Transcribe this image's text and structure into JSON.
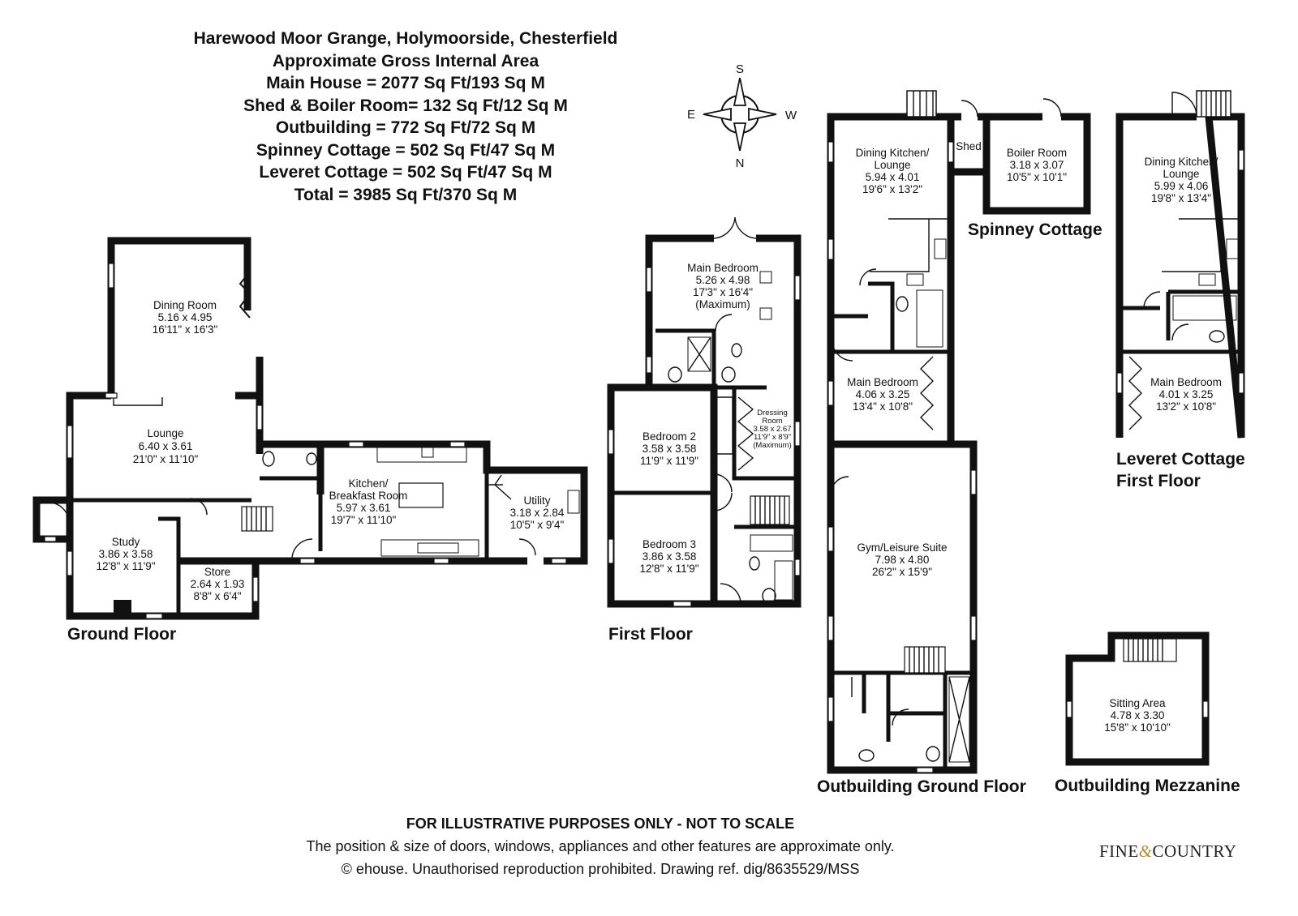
{
  "header": {
    "line1": "Harewood Moor Grange, Holymoorside, Chesterfield",
    "line2": "Approximate Gross Internal Area",
    "line3": "Main House = 2077 Sq Ft/193 Sq M",
    "line4": "Shed & Boiler Room= 132 Sq Ft/12 Sq M",
    "line5": "Outbuilding = 772 Sq Ft/72 Sq M",
    "line6": "Spinney Cottage = 502 Sq Ft/47 Sq M",
    "line7": "Leveret Cottage = 502 Sq Ft/47 Sq M",
    "line8": "Total = 3985 Sq Ft/370 Sq M"
  },
  "compass": {
    "s": "S",
    "e": "E",
    "w": "W",
    "n": "N"
  },
  "floors": {
    "ground": "Ground Floor",
    "first": "First Floor",
    "spinney": "Spinney Cottage",
    "leveret1": "Leveret Cottage",
    "leveret2": "First Floor",
    "outbuilding_ground": "Outbuilding Ground Floor",
    "outbuilding_mezz": "Outbuilding Mezzanine"
  },
  "rooms": {
    "dining": {
      "name": "Dining Room",
      "metric": "5.16 x 4.95",
      "imperial": "16'11\" x 16'3\""
    },
    "lounge": {
      "name": "Lounge",
      "metric": "6.40 x 3.61",
      "imperial": "21'0\" x 11'10\""
    },
    "study": {
      "name": "Study",
      "metric": "3.86 x 3.58",
      "imperial": "12'8\" x 11'9\""
    },
    "store": {
      "name": "Store",
      "metric": "2.64 x 1.93",
      "imperial": "8'8\" x 6'4\""
    },
    "kitchen": {
      "name1": "Kitchen/",
      "name2": "Breakfast Room",
      "metric": "5.97 x 3.61",
      "imperial": "19'7\" x 11'10\""
    },
    "utility": {
      "name": "Utility",
      "metric": "3.18 x 2.84",
      "imperial": "10'5\" x 9'4\""
    },
    "main_bedroom": {
      "name": "Main Bedroom",
      "metric": "5.26 x 4.98",
      "imperial": "17'3\" x 16'4\"",
      "note": "(Maximum)"
    },
    "dressing": {
      "name1": "Dressing",
      "name2": "Room",
      "metric": "3.58 x 2.67",
      "imperial": "11'9\" x 8'9\"",
      "note": "(Maximum)"
    },
    "bedroom2": {
      "name": "Bedroom 2",
      "metric": "3.58 x 3.58",
      "imperial": "11'9\" x 11'9\""
    },
    "bedroom3": {
      "name": "Bedroom 3",
      "metric": "3.86 x 3.58",
      "imperial": "12'8\" x 11'9\""
    },
    "spinney_dk": {
      "name1": "Dining Kitchen/",
      "name2": "Lounge",
      "metric": "5.94 x 4.01",
      "imperial": "19'6\" x 13'2\""
    },
    "shed": {
      "name": "Shed"
    },
    "boiler": {
      "name": "Boiler Room",
      "metric": "3.18 x 3.07",
      "imperial": "10'5\" x 10'1\""
    },
    "spinney_bed": {
      "name": "Main Bedroom",
      "metric": "4.06 x 3.25",
      "imperial": "13'4\" x 10'8\""
    },
    "gym": {
      "name": "Gym/Leisure Suite",
      "metric": "7.98 x 4.80",
      "imperial": "26'2\" x 15'9\""
    },
    "leveret_dk": {
      "name1": "Dining Kitchen/",
      "name2": "Lounge",
      "metric": "5.99 x 4.06",
      "imperial": "19'8\" x 13'4\""
    },
    "leveret_bed": {
      "name": "Main Bedroom",
      "metric": "4.01 x 3.25",
      "imperial": "13'2\" x 10'8\""
    },
    "sitting": {
      "name": "Sitting Area",
      "metric": "4.78 x 3.30",
      "imperial": "15'8\" x 10'10\""
    }
  },
  "footer": {
    "line1": "FOR ILLUSTRATIVE PURPOSES ONLY - NOT TO SCALE",
    "line2": "The position & size of doors, windows, appliances and other features are approximate only.",
    "line3": "© ehouse. Unauthorised reproduction prohibited. Drawing ref. dig/8635529/MSS"
  },
  "logo": {
    "left": "FINE",
    "amp": "&",
    "right": "COUNTRY"
  }
}
